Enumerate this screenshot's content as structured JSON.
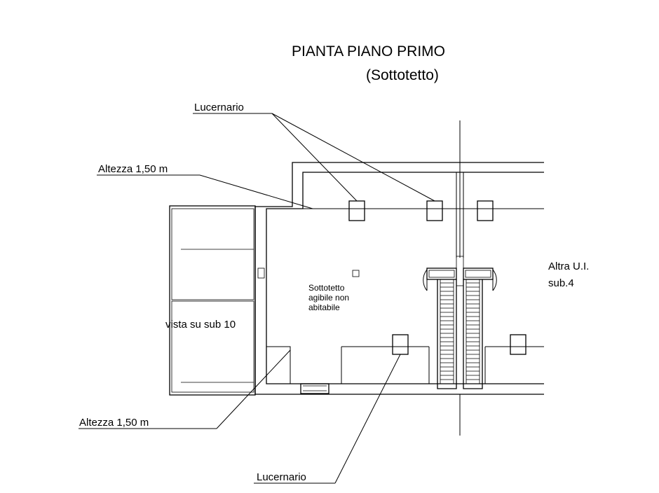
{
  "title": "PIANTA PIANO PRIMO",
  "subtitle": "(Sottotetto)",
  "labels": {
    "lucernario_top": "Lucernario",
    "altezza_top": "Altezza 1,50 m",
    "altezza_bottom": "Altezza 1,50 m",
    "lucernario_bottom": "Lucernario",
    "vista": "vista su sub 10",
    "room_line1": "Sottotetto",
    "room_line2": "agibile non",
    "room_line3": "abitabile",
    "altra_line1": "Altra U.I.",
    "altra_line2": "sub.4"
  },
  "colors": {
    "ink": "#000000",
    "paper": "#ffffff"
  }
}
